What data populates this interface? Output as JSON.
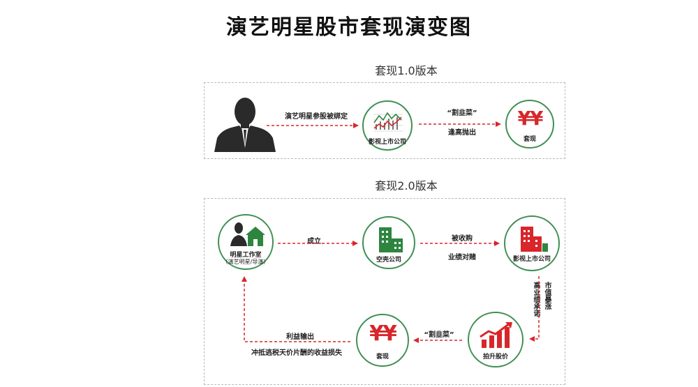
{
  "title": "演艺明星股市套现演变图",
  "v1": {
    "section_title": "套现1.0版本",
    "arrow1_label": "演艺明星参股被绑定",
    "company_label": "影视上市公司",
    "arrow2_label_top": "“割韭菜”",
    "arrow2_label_bottom": "逢高抛出",
    "cashout_symbol": "¥¥",
    "cashout_label": "套现"
  },
  "v2": {
    "section_title": "套现2.0版本",
    "studio_label": "明星工作室",
    "studio_sublabel": "（演艺明星/导演）",
    "arrow_found": "成立",
    "shell_label": "空壳公司",
    "arrow_acquire_top": "被收购",
    "arrow_acquire_bottom": "业绩对赌",
    "listed_label": "影视上市公司",
    "vert_left": "高业绩承诺",
    "vert_right": "市值暴涨",
    "raise_label": "拍升股价",
    "arrow_harvest": "“割韭菜”",
    "cash_symbol": "¥¥",
    "cash_label": "套现",
    "bottom_top": "利益输出",
    "bottom_bottom": "冲抵逃税天价片酬的收益损失"
  },
  "colors": {
    "accent_red": "#d8262a",
    "ring_green": "#3f8f52",
    "fill_green": "#2e8540",
    "dark": "#2a2a2a"
  }
}
